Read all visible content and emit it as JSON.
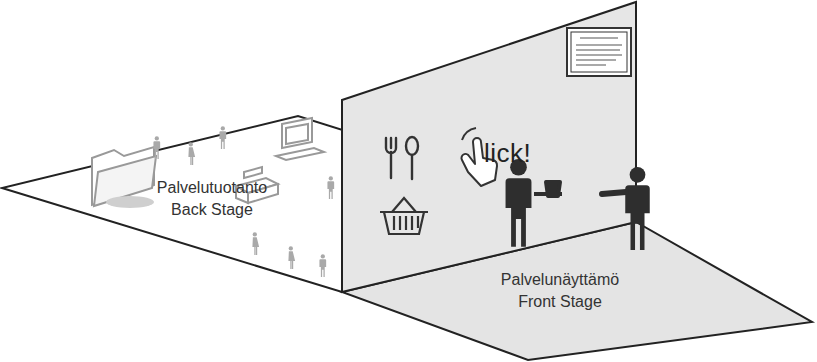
{
  "diagram": {
    "labels": [
      "Palvelutuotanto",
      "Back Stage",
      "lick!",
      "Palvelunäyttämö",
      "Front Stage"
    ]
  }
}
